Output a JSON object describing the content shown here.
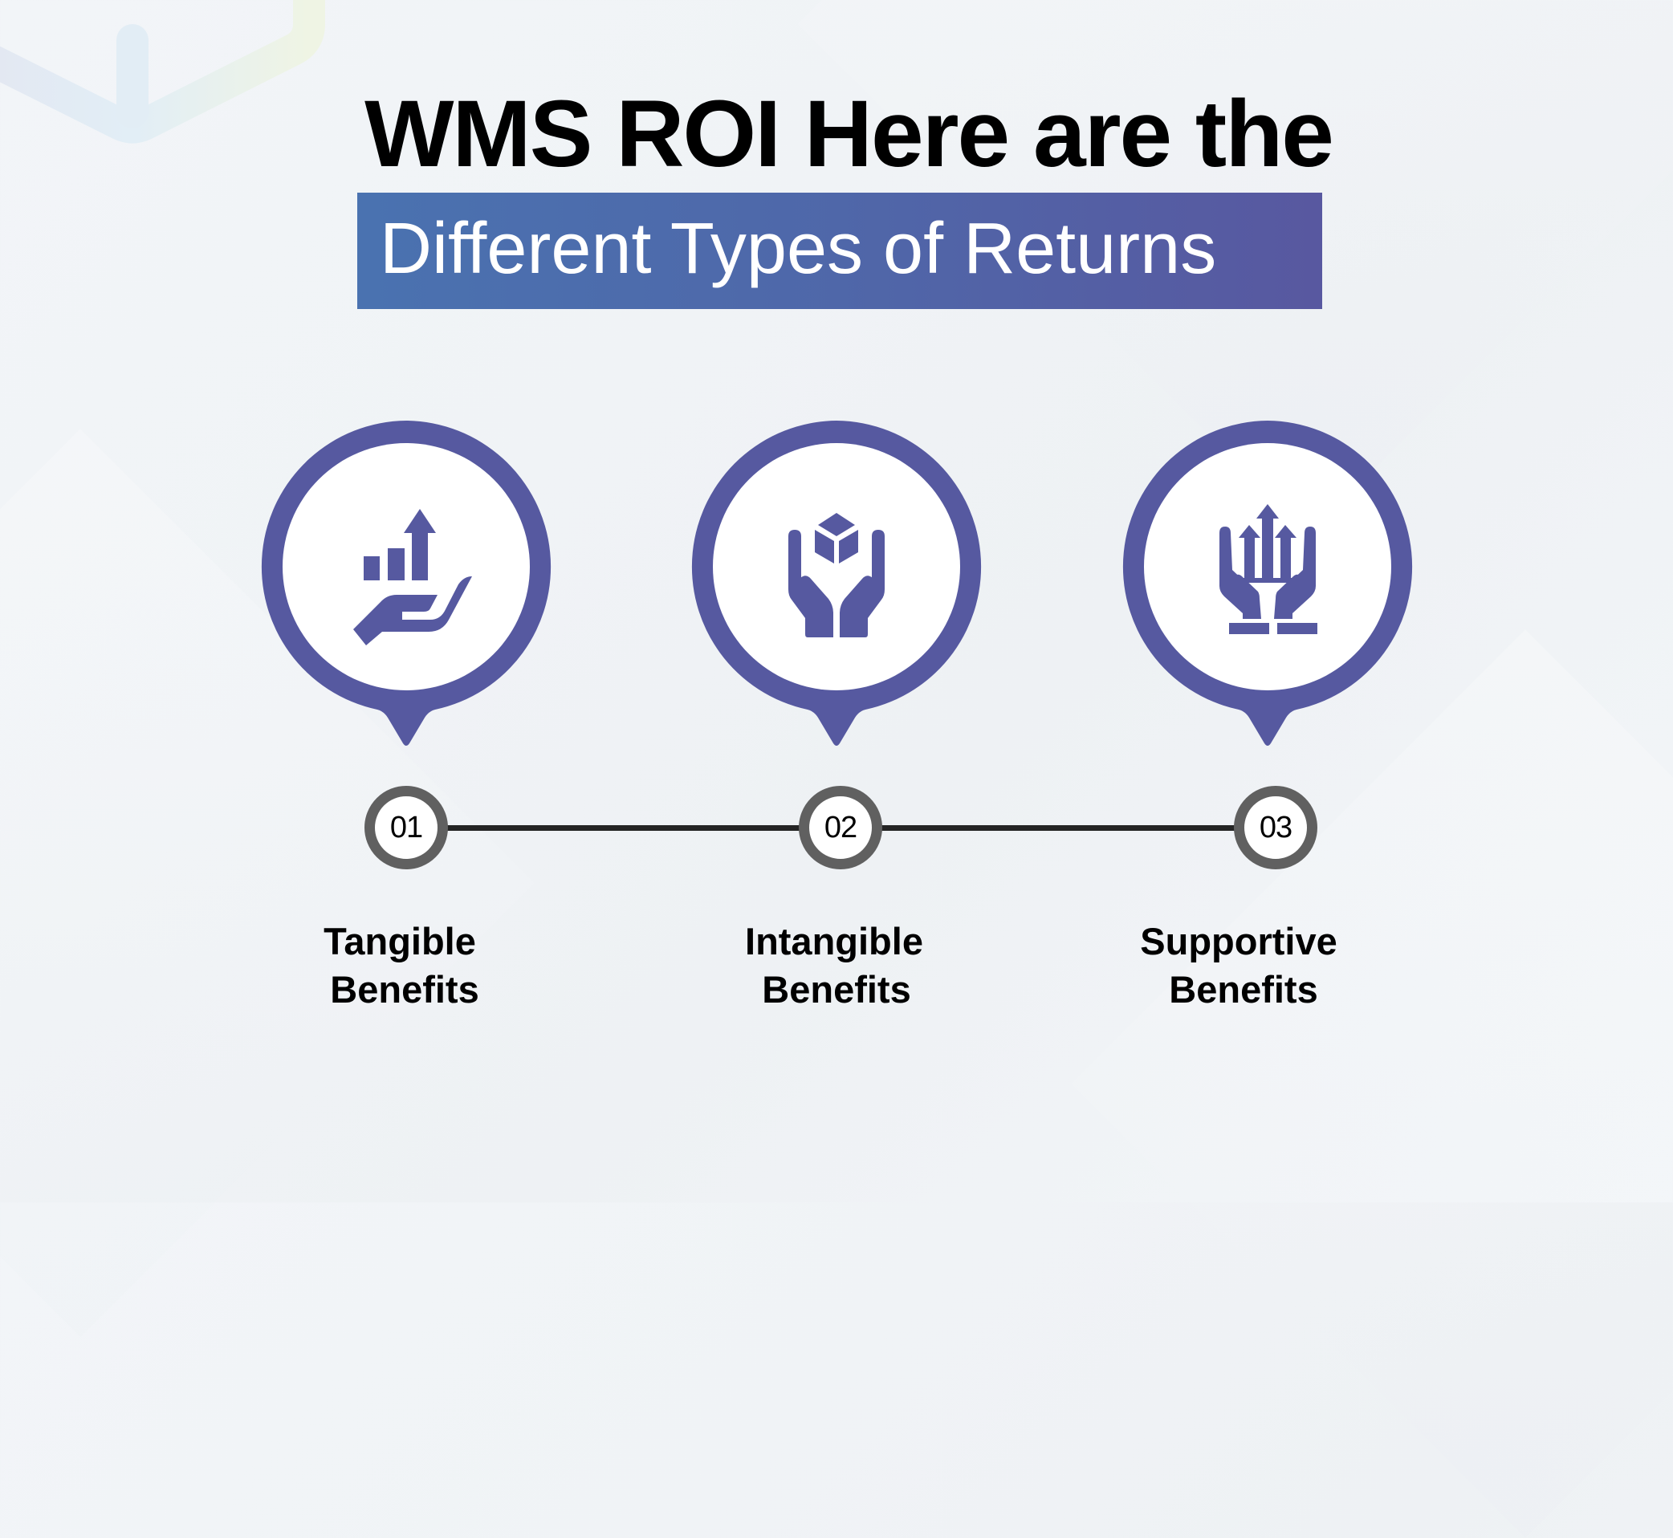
{
  "header": {
    "title_line1": "WMS ROI Here are the",
    "title_line2": "Different Types of Returns"
  },
  "colors": {
    "accent_purple": "#5659a0",
    "gradient_start": "#4a72b0",
    "gradient_end": "#5858a0",
    "node_ring": "#606060",
    "timeline_line": "#242424",
    "background": "#f0f3f6"
  },
  "items": [
    {
      "number": "01",
      "label_line1": "Tangible",
      "label_line2": "Benefits",
      "icon": "hand-growth-chart-icon"
    },
    {
      "number": "02",
      "label_line1": "Intangible",
      "label_line2": "Benefits",
      "icon": "hands-holding-box-icon"
    },
    {
      "number": "03",
      "label_line1": "Supportive",
      "label_line2": "Benefits",
      "icon": "hands-supporting-arrows-icon"
    }
  ]
}
